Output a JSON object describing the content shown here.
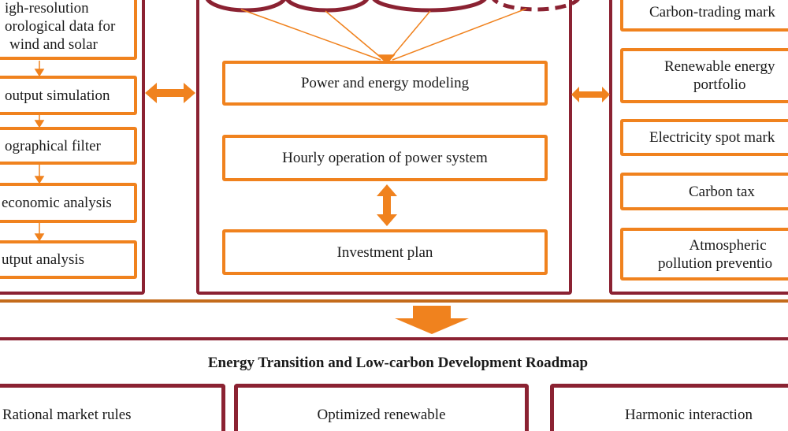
{
  "colors": {
    "panel_border": "#8b2232",
    "box_border": "#f0821e",
    "arrow": "#f0821e",
    "divider_orange": "#c46b1b"
  },
  "left_panel": {
    "steps": [
      {
        "lines": [
          "igh-resolution",
          "orological data for",
          "wind and solar"
        ]
      },
      {
        "lines": [
          "output simulation"
        ]
      },
      {
        "lines": [
          "ographical filter"
        ]
      },
      {
        "lines": [
          "economic analysis"
        ]
      },
      {
        "lines": [
          "utput analysis"
        ]
      }
    ]
  },
  "center_panel": {
    "inputs_count_visible": 4,
    "boxes": {
      "modeling": "Power and energy modeling",
      "operation": "Hourly operation of power system",
      "investment": "Investment plan"
    }
  },
  "right_panel": {
    "policies": [
      {
        "lines": [
          "Carbon-trading mark"
        ]
      },
      {
        "lines": [
          "Renewable energy",
          "portfolio"
        ]
      },
      {
        "lines": [
          "Electricity spot mark"
        ]
      },
      {
        "lines": [
          "Carbon tax"
        ]
      },
      {
        "lines": [
          "Atmospheric",
          "pollution preventio"
        ]
      }
    ]
  },
  "roadmap": {
    "title": "Energy Transition and Low-carbon Development Roadmap",
    "outcomes": [
      {
        "label": "Rational market rules"
      },
      {
        "label": "Optimized renewable"
      },
      {
        "label": "Harmonic interaction"
      }
    ]
  }
}
